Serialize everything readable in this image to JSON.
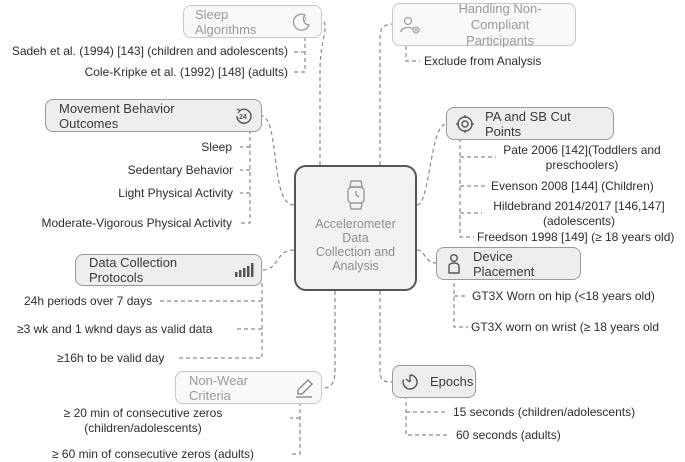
{
  "center": {
    "title": "Accelerometer\nData\nCollection and\nAnalysis",
    "icon": "smartwatch-icon"
  },
  "sleep_algorithms": {
    "label": "Sleep Algorithms",
    "icon": "moon-icon",
    "items": [
      "Sadeh et al. (1994) [143] (children and adolescents)",
      "Cole-Kripke et al. (1992) [148] (adults)"
    ]
  },
  "movement_outcomes": {
    "label": "Movement Behavior Outcomes",
    "icon": "24h-clock-icon",
    "items": [
      "Sleep",
      "Sedentary Behavior",
      "Light Physical Activity",
      "Moderate-Vigorous Physical Activity"
    ]
  },
  "data_collection": {
    "label": "Data Collection Protocols",
    "icon": "bar-chart-icon",
    "items": [
      "24h periods over 7 days",
      "≥3 wk and 1 wknd days as valid data",
      "≥16h to be valid day"
    ]
  },
  "non_wear": {
    "label": "Non-Wear Criteria",
    "icon": "pencil-icon",
    "items": [
      "≥ 20 min of consecutive zeros\n(children/adolescents)",
      "≥ 60 min of consecutive zeros (adults)"
    ]
  },
  "non_compliant": {
    "label": "Handling Non-Compliant\nParticipants",
    "icon": "user-x-icon",
    "items": [
      "Exclude from Analysis"
    ]
  },
  "cut_points": {
    "label": "PA and SB Cut Points",
    "icon": "target-icon",
    "items": [
      "Pate 2006 [142](Toddlers and\npreschoolers)",
      "Evenson 2008 [144] (Children)",
      "Hildebrand 2014/2017 [146,147]\n(adolescents)",
      "Freedson 1998 [149] (≥ 18 years old)"
    ]
  },
  "device_placement": {
    "label": "Device Placement",
    "icon": "person-icon",
    "items": [
      "GT3X Worn on hip (<18 years old)",
      "GT3X worn on wrist (≥ 18 years old"
    ]
  },
  "epochs": {
    "label": "Epochs",
    "icon": "timer-icon",
    "items": [
      "15 seconds (children/adolescents)",
      "60 seconds (adults)"
    ]
  },
  "colors": {
    "line": "#8a8a8a",
    "box_bg": "#eeeeee",
    "box_border": "#9a9a9a",
    "faded_text": "#9a9a9a"
  }
}
